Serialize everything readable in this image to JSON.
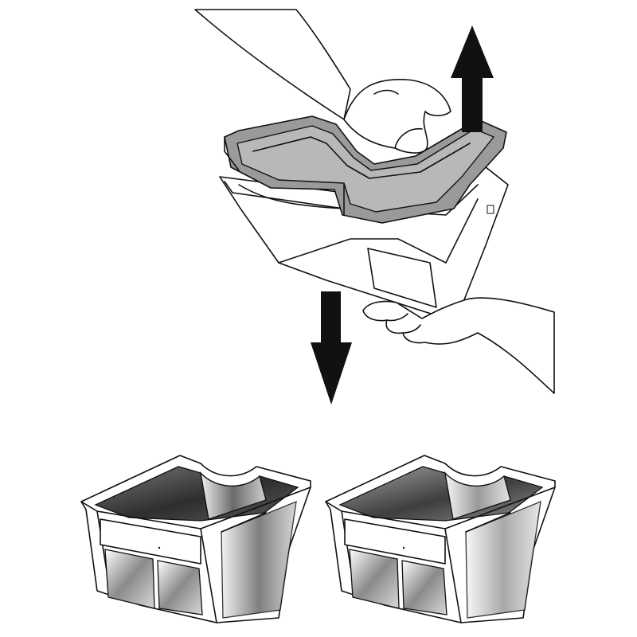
{
  "illustration": {
    "steps": [
      {
        "action": "lift-lid",
        "arrow_direction": "up"
      },
      {
        "action": "remove-bin",
        "arrow_direction": "down"
      }
    ],
    "filters": [
      {
        "variant": "dark-filter",
        "tint": "#555555"
      },
      {
        "variant": "light-filter",
        "tint": "#bdbdbd"
      }
    ],
    "colors": {
      "lid": "#9a9a9a",
      "line": "#111111",
      "background": "#ffffff"
    }
  }
}
